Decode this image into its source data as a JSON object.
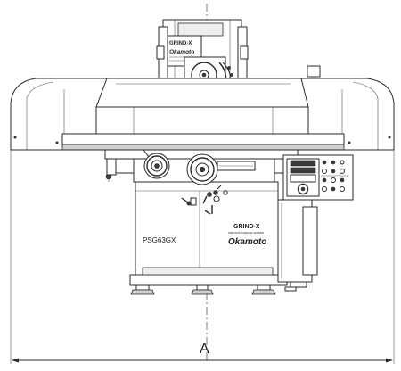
{
  "machine": {
    "model_label": "PSG63GX",
    "brand_series": "GRIND-X",
    "brand_tagline": "PRECISION SURFACE GRINDER",
    "brand_maker": "Okamoto",
    "head_series": "GRIND-X",
    "head_maker": "Okamoto"
  },
  "dimension": {
    "label": "A"
  }
}
